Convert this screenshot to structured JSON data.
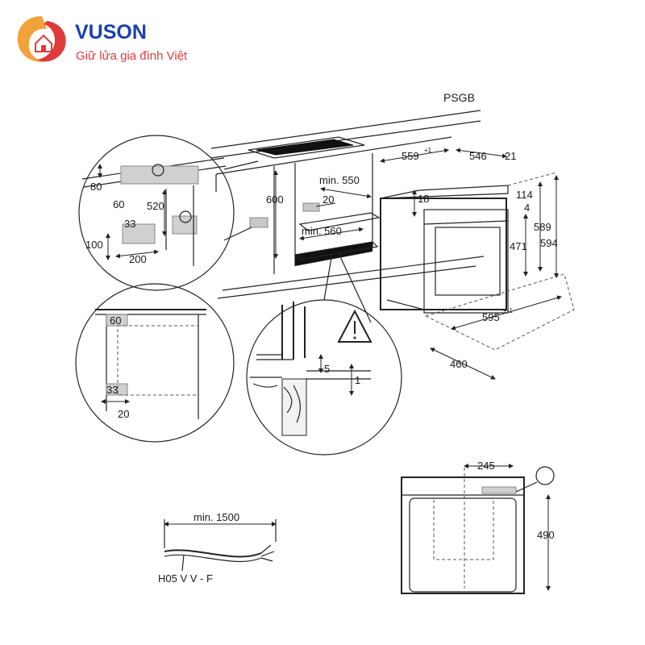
{
  "brand": {
    "name": "VUSON",
    "tagline": "Giữ lửa gia đình Việt",
    "colors": {
      "primary": "#1c3fb0",
      "accent": "#e03b3b",
      "gold": "#f2a23a"
    }
  },
  "header_partial": "PSGB",
  "dimensions": {
    "cabinet_depth": "559",
    "cabinet_depth_tol": "+1",
    "oven_depth": "546",
    "front_thickness": "21",
    "top_clearance": "114",
    "top_small": "4",
    "oven_height_total": "589",
    "oven_height_front": "594",
    "panel_top": "18",
    "cavity_height": "471",
    "oven_width": "595",
    "oven_width_tol": "+-1",
    "base_depth": "460",
    "niche_depth_min": "min. 550",
    "niche_width_min": "min. 560",
    "niche_gap": "20",
    "niche_height": "600"
  },
  "detail_top_left": {
    "d80": "80",
    "d60": "60",
    "d520": "520",
    "d33": "33",
    "d100": "100",
    "d200": "200"
  },
  "detail_mid_left": {
    "d60": "60",
    "d33": "33",
    "d20": "20"
  },
  "detail_warning": {
    "d5": "5",
    "d1": "1"
  },
  "cable": {
    "length": "min. 1500",
    "type": "H05 V V - F"
  },
  "rear_view": {
    "d245": "245",
    "d490": "490"
  },
  "icons": [
    "logo-swirl-icon",
    "power-icon",
    "warning-icon"
  ]
}
